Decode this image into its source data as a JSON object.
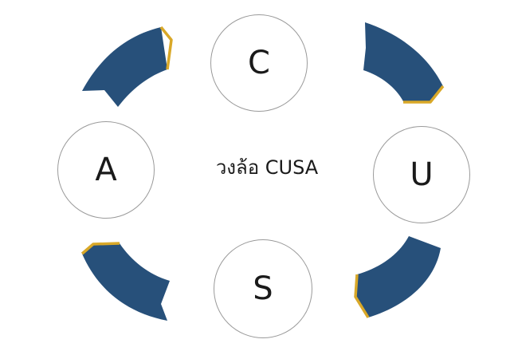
{
  "title": "วงล้อ CUSA",
  "nodes": [
    {
      "id": "c",
      "label": "C"
    },
    {
      "id": "u",
      "label": "U"
    },
    {
      "id": "s",
      "label": "S"
    },
    {
      "id": "a",
      "label": "A"
    }
  ],
  "colors": {
    "arrow_fill": "#27507a",
    "arrow_edge": "#d9a828",
    "circle_border": "#9a9a9a",
    "text": "#1a1a1a"
  }
}
